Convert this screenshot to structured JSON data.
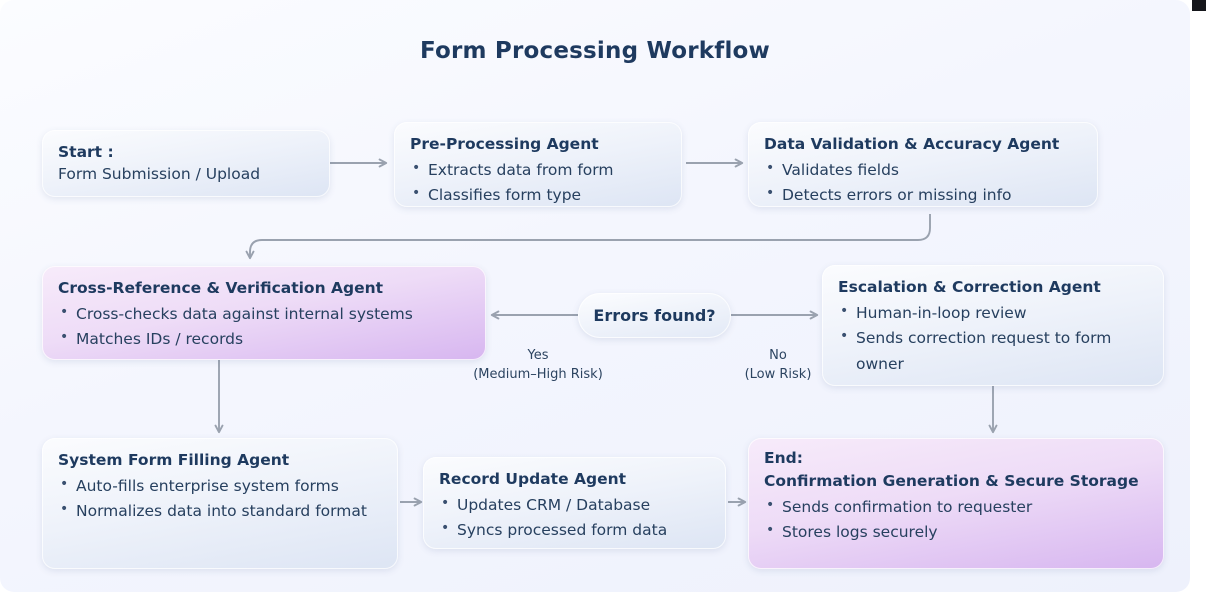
{
  "title": "Form Processing Workflow",
  "nodes": {
    "start": {
      "title": "Start :",
      "subtitle": "Form Submission / Upload"
    },
    "preprocessing": {
      "title": "Pre-Processing Agent",
      "bullets": [
        "Extracts data from form",
        "Classifies form type"
      ]
    },
    "validation": {
      "title": "Data Validation & Accuracy Agent",
      "bullets": [
        "Validates fields",
        "Detects errors or missing info"
      ]
    },
    "crossref": {
      "title": "Cross-Reference & Verification Agent",
      "bullets": [
        "Cross-checks data against internal systems",
        "Matches IDs / records"
      ]
    },
    "decision": {
      "label": "Errors found?"
    },
    "escalation": {
      "title": "Escalation & Correction Agent",
      "bullets": [
        "Human-in-loop review",
        "Sends correction request to form owner"
      ]
    },
    "formfilling": {
      "title": "System Form Filling Agent",
      "bullets": [
        "Auto-fills enterprise system forms",
        "Normalizes data into standard format"
      ]
    },
    "recordupdate": {
      "title": "Record Update Agent",
      "bullets": [
        "Updates CRM / Database",
        "Syncs processed form data"
      ]
    },
    "end": {
      "title": "End:",
      "subtitle": "Confirmation Generation & Secure Storage",
      "bullets": [
        "Sends confirmation to requester",
        "Stores logs securely"
      ]
    }
  },
  "edges": {
    "yes_line1": "Yes",
    "yes_line2": "(Medium–High Risk)",
    "no_line1": "No",
    "no_line2": "(Low Risk)"
  },
  "colors": {
    "title_text": "#1e3a5f",
    "body_text": "#27405f",
    "accent_purple": "#d7b6f0",
    "node_blue": "#dde5f4",
    "connector": "#9aa2af",
    "canvas_bg": "#eef1fc"
  }
}
